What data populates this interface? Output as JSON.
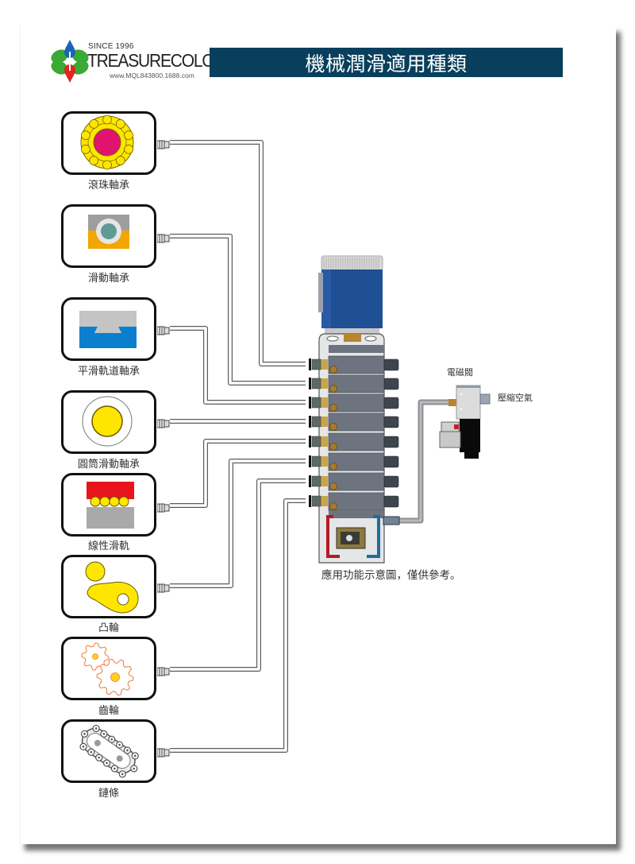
{
  "header": {
    "logo": {
      "since": "SINCE  1996",
      "brand": "TREASURECOLOR",
      "url": "www.MQL843800.1688.com",
      "icon": "four-leaf-drop-logo-icon",
      "colors": {
        "leaf": "#3aa935",
        "drop_top": "#1a64b4",
        "drop_bottom": "#e0261f"
      }
    },
    "title": "機械潤滑適用種類",
    "title_bg": "#073f5c"
  },
  "applications": [
    {
      "label": "滾珠軸承",
      "icon": "ball-bearing-icon"
    },
    {
      "label": "滑動軸承",
      "icon": "sliding-bearing-icon"
    },
    {
      "label": "平滑軌道軸承",
      "icon": "flat-rail-bearing-icon"
    },
    {
      "label": "圓筒滑動軸承",
      "icon": "cylindrical-sliding-bearing-icon"
    },
    {
      "label": "線性滑軌",
      "icon": "linear-guide-icon"
    },
    {
      "label": "凸輪",
      "icon": "cam-icon"
    },
    {
      "label": "齒輪",
      "icon": "gear-icon"
    },
    {
      "label": "鏈條",
      "icon": "chain-icon"
    }
  ],
  "system": {
    "reservoir": "grease-reservoir-icon",
    "distributor": "progressive-distributor-icon",
    "outlet_count": 8,
    "solenoid_valve_label": "電磁閥",
    "compressed_air_label": "壓縮空氣",
    "note": "應用功能示意圖，僅供參考。"
  }
}
